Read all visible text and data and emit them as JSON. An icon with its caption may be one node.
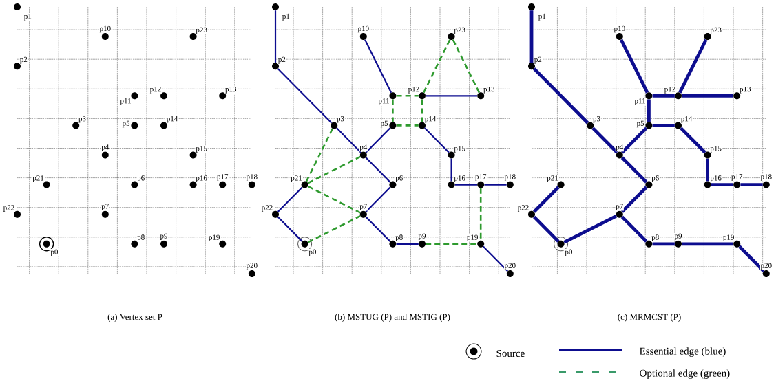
{
  "diagram": {
    "nodes": [
      {
        "text": [],
        "shape": "circle",
        "beside": [
          "p0"
        ]
      },
      {
        "text": [],
        "shape": "circle",
        "beside": [
          "p1"
        ]
      },
      {
        "text": [],
        "shape": "circle",
        "beside": [
          "p2"
        ]
      },
      {
        "text": [],
        "shape": "circle",
        "beside": [
          "p3"
        ]
      },
      {
        "text": [],
        "shape": "circle",
        "beside": [
          "p4"
        ]
      },
      {
        "text": [],
        "shape": "circle",
        "beside": [
          "p5"
        ]
      },
      {
        "text": [],
        "shape": "circle",
        "beside": [
          "p6"
        ]
      },
      {
        "text": [],
        "shape": "circle",
        "beside": [
          "p7"
        ]
      },
      {
        "text": [],
        "shape": "circle",
        "beside": [
          "p8"
        ]
      },
      {
        "text": [],
        "shape": "circle",
        "beside": [
          "p9"
        ]
      },
      {
        "text": [],
        "shape": "circle",
        "beside": [
          "p10"
        ]
      },
      {
        "text": [],
        "shape": "circle",
        "beside": [
          "p11"
        ]
      },
      {
        "text": [],
        "shape": "circle",
        "beside": [
          "p12"
        ]
      },
      {
        "text": [],
        "shape": "circle",
        "beside": [
          "p13"
        ]
      },
      {
        "text": [],
        "shape": "circle",
        "beside": [
          "p14"
        ]
      },
      {
        "text": [],
        "shape": "circle",
        "beside": [
          "p15"
        ]
      },
      {
        "text": [],
        "shape": "circle",
        "beside": [
          "p16"
        ]
      },
      {
        "text": [],
        "shape": "circle",
        "beside": [
          "p17"
        ]
      },
      {
        "text": [],
        "shape": "circle",
        "beside": [
          "p18"
        ]
      },
      {
        "text": [],
        "shape": "circle",
        "beside": [
          "p19"
        ]
      },
      {
        "text": [],
        "shape": "circle",
        "beside": [
          "p20"
        ]
      },
      {
        "text": [],
        "shape": "circle",
        "beside": [
          "p21"
        ]
      },
      {
        "text": [],
        "shape": "circle",
        "beside": [
          "p22"
        ]
      },
      {
        "text": [],
        "shape": "circle",
        "beside": [
          "p23"
        ]
      },
      {
        "text": [],
        "shape": "circle",
        "beside": [
          "p0"
        ]
      },
      {
        "text": [],
        "shape": "circle",
        "beside": [
          "p1"
        ]
      },
      {
        "text": [],
        "shape": "circle",
        "beside": [
          "p2"
        ]
      },
      {
        "text": [],
        "shape": "circle",
        "beside": [
          "p3"
        ]
      },
      {
        "text": [],
        "shape": "circle",
        "beside": [
          "p4"
        ]
      },
      {
        "text": [],
        "shape": "circle",
        "beside": [
          "p5"
        ]
      },
      {
        "text": [],
        "shape": "circle",
        "beside": [
          "p6"
        ]
      },
      {
        "text": [],
        "shape": "circle",
        "beside": [
          "p7"
        ]
      },
      {
        "text": [],
        "shape": "circle",
        "beside": [
          "p8"
        ]
      },
      {
        "text": [],
        "shape": "circle",
        "beside": [
          "p9"
        ]
      },
      {
        "text": [],
        "shape": "circle",
        "beside": [
          "p10"
        ]
      },
      {
        "text": [],
        "shape": "circle",
        "beside": [
          "p11"
        ]
      },
      {
        "text": [],
        "shape": "circle",
        "beside": [
          "p12"
        ]
      },
      {
        "text": [],
        "shape": "circle",
        "beside": [
          "p13"
        ]
      },
      {
        "text": [],
        "shape": "circle",
        "beside": [
          "p14"
        ]
      },
      {
        "text": [],
        "shape": "circle",
        "beside": [
          "p15"
        ]
      },
      {
        "text": [],
        "shape": "circle",
        "beside": [
          "p16"
        ]
      },
      {
        "text": [],
        "shape": "circle",
        "beside": [
          "p17"
        ]
      },
      {
        "text": [],
        "shape": "circle",
        "beside": [
          "p18"
        ]
      },
      {
        "text": [],
        "shape": "circle",
        "beside": [
          "p19"
        ]
      },
      {
        "text": [],
        "shape": "circle",
        "beside": [
          "p20"
        ]
      },
      {
        "text": [],
        "shape": "circle",
        "beside": [
          "p21"
        ]
      },
      {
        "text": [],
        "shape": "circle",
        "beside": [
          "p22"
        ]
      },
      {
        "text": [],
        "shape": "circle",
        "beside": [
          "p23"
        ]
      },
      {
        "text": [],
        "shape": "circle",
        "beside": [
          "p0"
        ]
      },
      {
        "text": [],
        "shape": "circle",
        "beside": [
          "p1"
        ]
      },
      {
        "text": [],
        "shape": "circle",
        "beside": [
          "p2"
        ]
      },
      {
        "text": [],
        "shape": "circle",
        "beside": [
          "p3"
        ]
      },
      {
        "text": [],
        "shape": "circle",
        "beside": [
          "p4"
        ]
      },
      {
        "text": [],
        "shape": "circle",
        "beside": [
          "p5"
        ]
      },
      {
        "text": [],
        "shape": "circle",
        "beside": [
          "p6"
        ]
      },
      {
        "text": [],
        "shape": "circle",
        "beside": [
          "p7"
        ]
      },
      {
        "text": [],
        "shape": "circle",
        "beside": [
          "p8"
        ]
      },
      {
        "text": [],
        "shape": "circle",
        "beside": [
          "p9"
        ]
      },
      {
        "text": [],
        "shape": "circle",
        "beside": [
          "p10"
        ]
      },
      {
        "text": [],
        "shape": "circle",
        "beside": [
          "p11"
        ]
      },
      {
        "text": [],
        "shape": "circle",
        "beside": [
          "p12"
        ]
      },
      {
        "text": [],
        "shape": "circle",
        "beside": [
          "p13"
        ]
      },
      {
        "text": [],
        "shape": "circle",
        "beside": [
          "p14"
        ]
      },
      {
        "text": [],
        "shape": "circle",
        "beside": [
          "p15"
        ]
      },
      {
        "text": [],
        "shape": "circle",
        "beside": [
          "p16"
        ]
      },
      {
        "text": [],
        "shape": "circle",
        "beside": [
          "p17"
        ]
      },
      {
        "text": [],
        "shape": "circle",
        "beside": [
          "p18"
        ]
      },
      {
        "text": [],
        "shape": "circle",
        "beside": [
          "p19"
        ]
      },
      {
        "text": [],
        "shape": "circle",
        "beside": [
          "p20"
        ]
      },
      {
        "text": [],
        "shape": "circle",
        "beside": [
          "p21"
        ]
      },
      {
        "text": [],
        "shape": "circle",
        "beside": [
          "p22"
        ]
      },
      {
        "text": [],
        "shape": "circle",
        "beside": [
          "p23"
        ]
      }
    ],
    "edges": [
      {
        "from": 25,
        "to": 26,
        "arrow": "none"
      },
      {
        "from": 26,
        "to": 27,
        "arrow": "none"
      },
      {
        "from": 27,
        "to": 28,
        "arrow": "none"
      },
      {
        "from": 34,
        "to": 35,
        "arrow": "none"
      },
      {
        "from": 36,
        "to": 37,
        "arrow": "none"
      },
      {
        "from": 28,
        "to": 29,
        "arrow": "none"
      },
      {
        "from": 28,
        "to": 30,
        "arrow": "none"
      },
      {
        "from": 38,
        "to": 39,
        "arrow": "none"
      },
      {
        "from": 39,
        "to": 40,
        "arrow": "none"
      },
      {
        "from": 40,
        "to": 41,
        "arrow": "none"
      },
      {
        "from": 41,
        "to": 42,
        "arrow": "none"
      },
      {
        "from": 30,
        "to": 31,
        "arrow": "none"
      },
      {
        "from": 31,
        "to": 32,
        "arrow": "none"
      },
      {
        "from": 32,
        "to": 33,
        "arrow": "none"
      },
      {
        "from": 43,
        "to": 44,
        "arrow": "none"
      },
      {
        "from": 45,
        "to": 46,
        "arrow": "none"
      },
      {
        "from": 46,
        "to": 24,
        "arrow": "none"
      },
      {
        "from": 35,
        "to": 36,
        "arrow": "none",
        "style": "dashed",
        "color": "#2e9a2e"
      },
      {
        "from": 35,
        "to": 29,
        "arrow": "none",
        "style": "dashed",
        "color": "#2e9a2e"
      },
      {
        "from": 36,
        "to": 38,
        "arrow": "none",
        "style": "dashed",
        "color": "#2e9a2e"
      },
      {
        "from": 29,
        "to": 38,
        "arrow": "none",
        "style": "dashed",
        "color": "#2e9a2e"
      },
      {
        "from": 47,
        "to": 36,
        "arrow": "none",
        "style": "dashed",
        "color": "#2e9a2e"
      },
      {
        "from": 47,
        "to": 37,
        "arrow": "none",
        "style": "dashed",
        "color": "#2e9a2e"
      },
      {
        "from": 27,
        "to": 45,
        "arrow": "none",
        "style": "dashed",
        "color": "#2e9a2e"
      },
      {
        "from": 45,
        "to": 28,
        "arrow": "none",
        "style": "dashed",
        "color": "#2e9a2e"
      },
      {
        "from": 45,
        "to": 31,
        "arrow": "none",
        "style": "dashed",
        "color": "#2e9a2e"
      },
      {
        "from": 24,
        "to": 31,
        "arrow": "none",
        "style": "dashed",
        "color": "#2e9a2e"
      },
      {
        "from": 33,
        "to": 43,
        "arrow": "none",
        "style": "dashed",
        "color": "#2e9a2e"
      },
      {
        "from": 41,
        "to": 43,
        "arrow": "none",
        "style": "dashed",
        "color": "#2e9a2e"
      },
      {
        "from": 49,
        "to": 50,
        "arrow": "none",
        "style": "thick"
      },
      {
        "from": 50,
        "to": 51,
        "arrow": "none",
        "style": "thick"
      },
      {
        "from": 51,
        "to": 52,
        "arrow": "none",
        "style": "thick"
      },
      {
        "from": 52,
        "to": 53,
        "arrow": "none",
        "style": "thick"
      },
      {
        "from": 53,
        "to": 59,
        "arrow": "none",
        "style": "thick"
      },
      {
        "from": 58,
        "to": 59,
        "arrow": "none",
        "style": "thick"
      },
      {
        "from": 59,
        "to": 60,
        "arrow": "none",
        "style": "thick"
      },
      {
        "from": 60,
        "to": 71,
        "arrow": "none",
        "style": "thick"
      },
      {
        "from": 60,
        "to": 61,
        "arrow": "none",
        "style": "thick"
      },
      {
        "from": 53,
        "to": 62,
        "arrow": "none",
        "style": "thick"
      },
      {
        "from": 62,
        "to": 63,
        "arrow": "none",
        "style": "thick"
      },
      {
        "from": 63,
        "to": 64,
        "arrow": "none",
        "style": "thick"
      },
      {
        "from": 64,
        "to": 65,
        "arrow": "none",
        "style": "thick"
      },
      {
        "from": 65,
        "to": 66,
        "arrow": "none",
        "style": "thick"
      },
      {
        "from": 52,
        "to": 54,
        "arrow": "none",
        "style": "thick"
      },
      {
        "from": 54,
        "to": 55,
        "arrow": "none",
        "style": "thick"
      },
      {
        "from": 55,
        "to": 48,
        "arrow": "none",
        "style": "thick"
      },
      {
        "from": 48,
        "to": 70,
        "arrow": "none",
        "style": "thick"
      },
      {
        "from": 70,
        "to": 69,
        "arrow": "none",
        "style": "thick"
      },
      {
        "from": 55,
        "to": 56,
        "arrow": "none",
        "style": "thick"
      },
      {
        "from": 56,
        "to": 57,
        "arrow": "none",
        "style": "thick"
      },
      {
        "from": 57,
        "to": 67,
        "arrow": "none",
        "style": "thick"
      },
      {
        "from": 67,
        "to": 68,
        "arrow": "none",
        "style": "thick"
      }
    ],
    "labels": [
      "(a)  Vertex set P",
      "(b) MSTUG (P) and MSTIG (P)",
      "(c) MRMCST (P)"
    ],
    "legend": [
      {
        "text": "Source"
      },
      {
        "text": "Essential edge (blue)"
      },
      {
        "text": "Optional edge (green)"
      }
    ]
  }
}
